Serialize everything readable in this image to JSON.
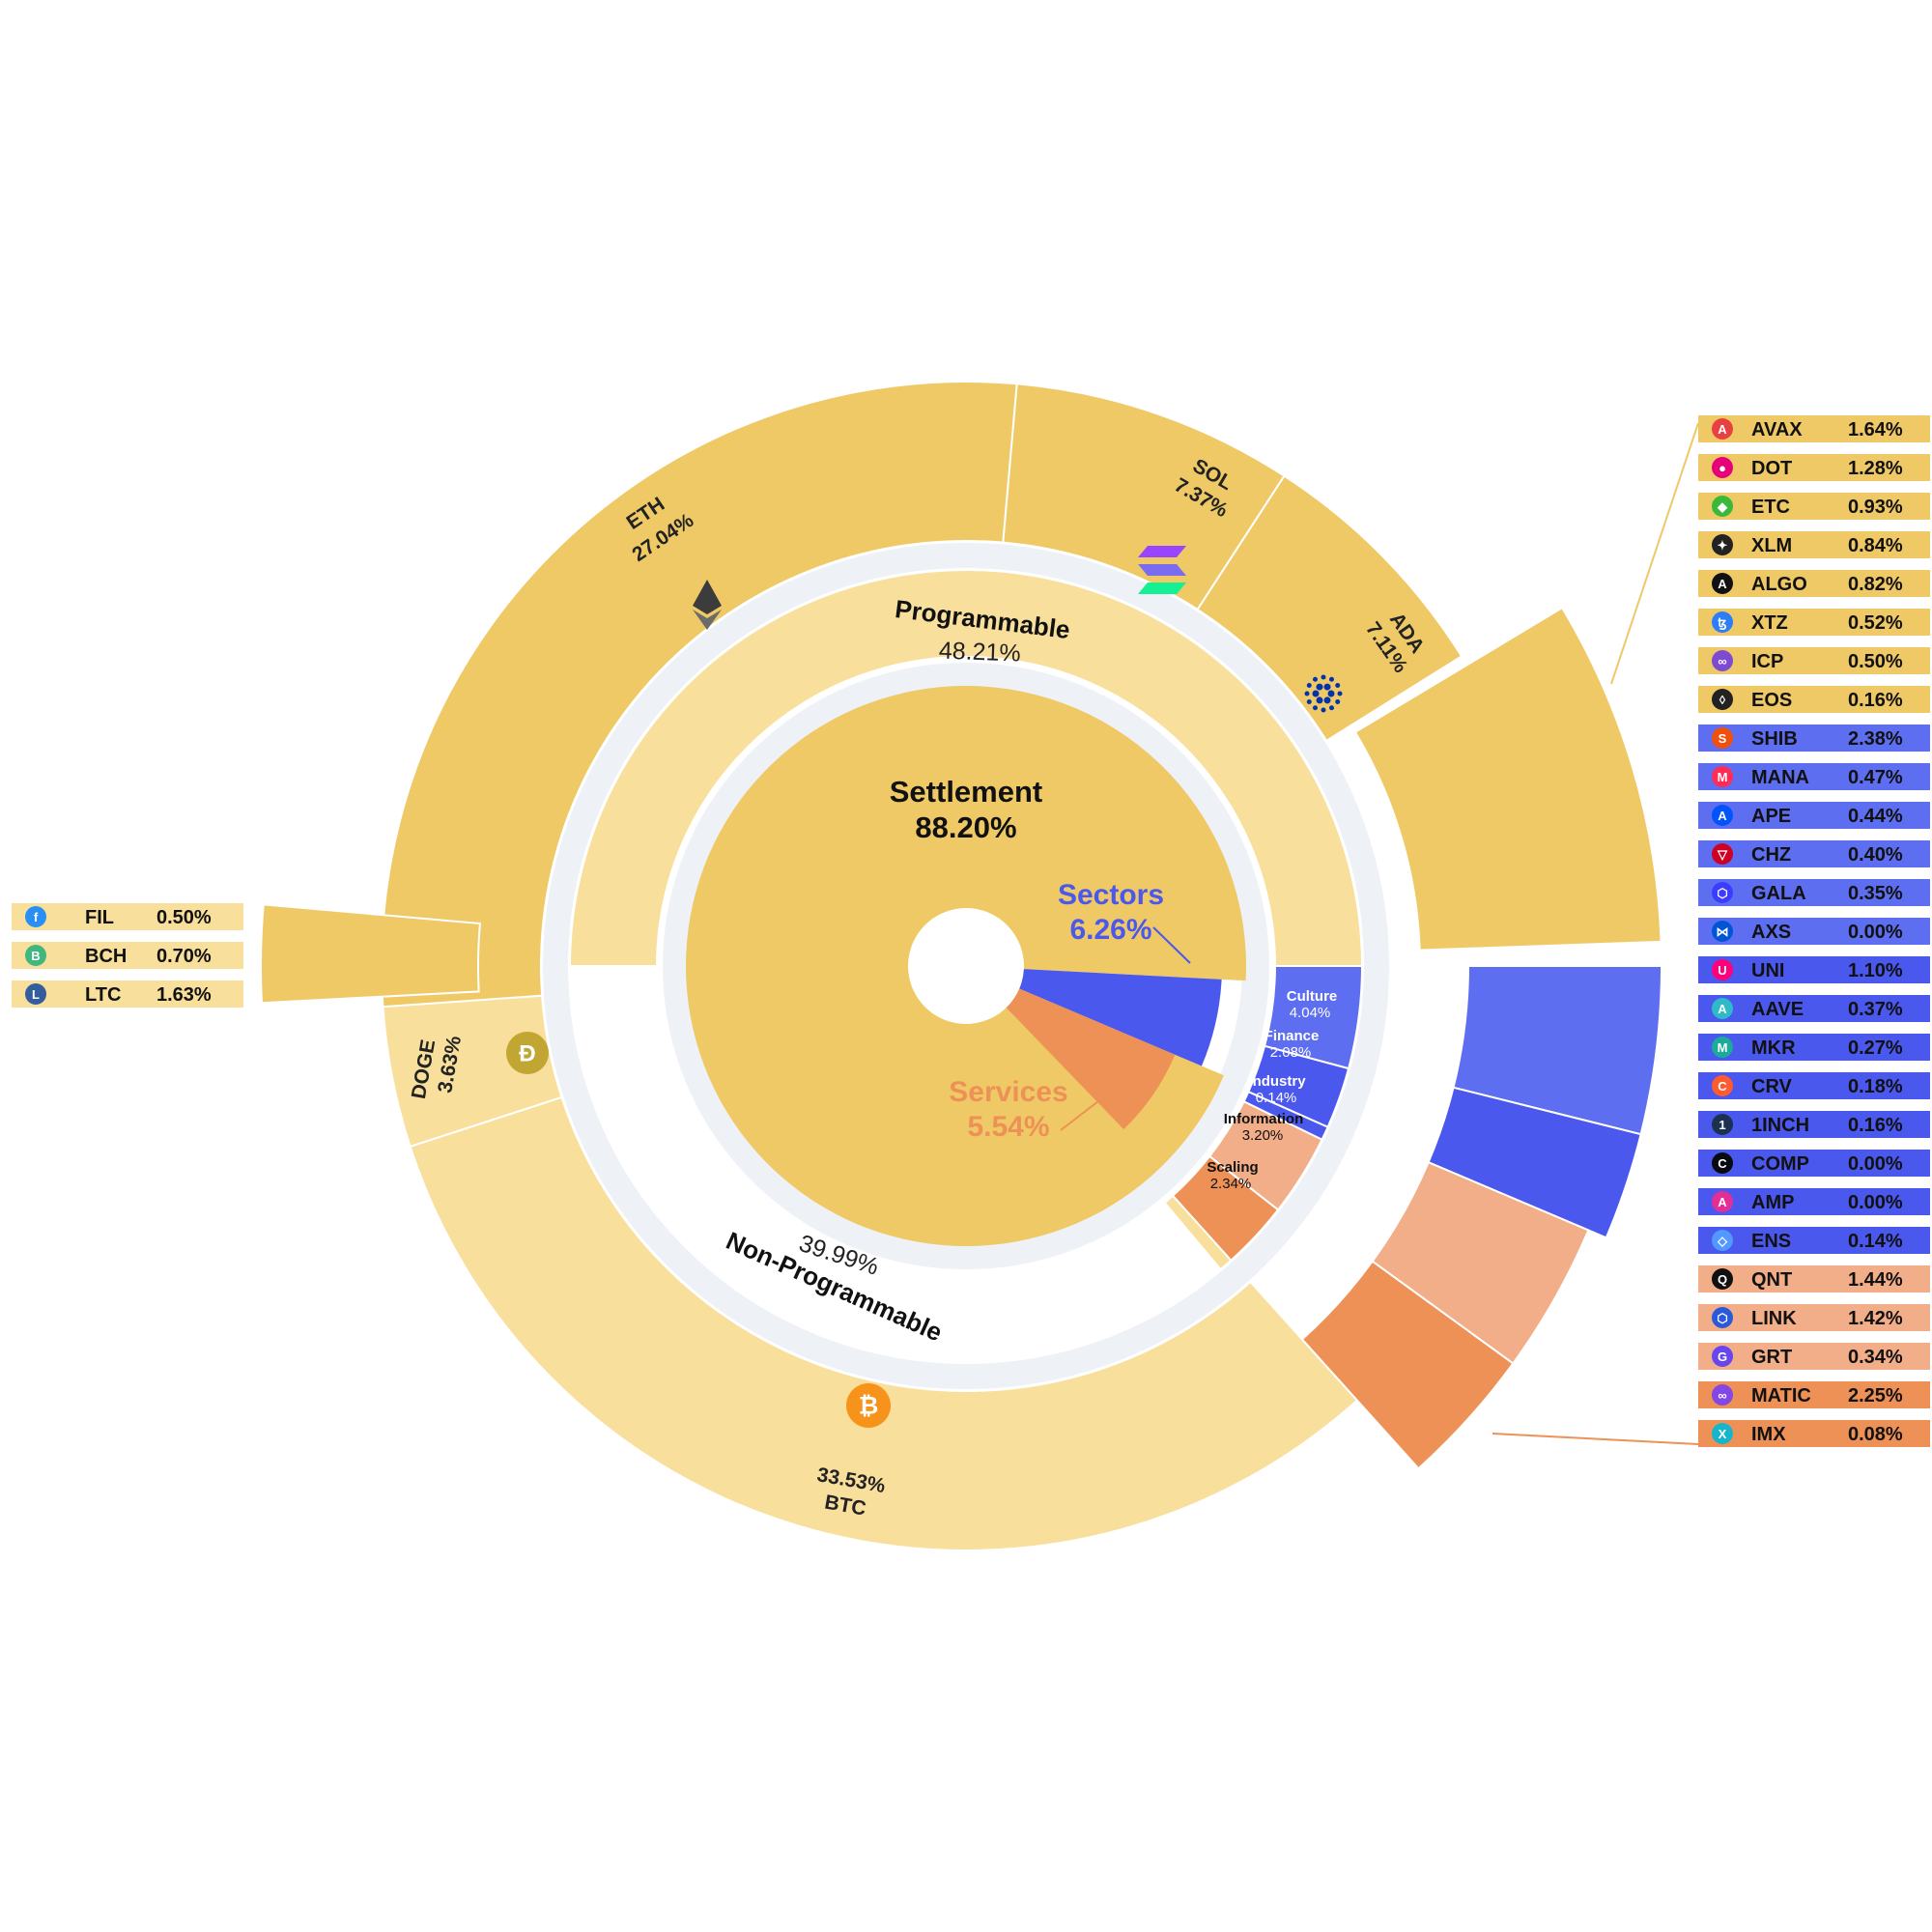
{
  "chart_data": {
    "type": "sunburst",
    "center": {
      "label": "Settlement",
      "value": "88.20%"
    },
    "sectors_callout": {
      "label": "Sectors",
      "value": "6.26%"
    },
    "services_callout": {
      "label": "Services",
      "value": "5.54%"
    },
    "rings": {
      "middle": [
        {
          "name": "Programmable",
          "value": "48.21%"
        },
        {
          "name": "Non-Programmable",
          "value": "39.99%"
        },
        {
          "name": "Culture",
          "value": "4.04%"
        },
        {
          "name": "Finance",
          "value": "2.08%"
        },
        {
          "name": "Industry",
          "value": "0.14%"
        },
        {
          "name": "Information",
          "value": "3.20%"
        },
        {
          "name": "Scaling",
          "value": "2.34%"
        }
      ],
      "outer": [
        {
          "name": "ETH",
          "value": "27.04%"
        },
        {
          "name": "SOL",
          "value": "7.37%"
        },
        {
          "name": "ADA",
          "value": "7.11%"
        },
        {
          "name": "DOGE",
          "value": "3.63%"
        },
        {
          "name": "BTC",
          "value": "33.53%"
        }
      ]
    },
    "left_legend": [
      {
        "symbol": "FIL",
        "value": "0.50%",
        "icon": "filecoin-icon",
        "icon_color": "#2a8ff5",
        "glyph": "f"
      },
      {
        "symbol": "BCH",
        "value": "0.70%",
        "icon": "bitcoin-cash-icon",
        "icon_color": "#3fb77f",
        "glyph": "B"
      },
      {
        "symbol": "LTC",
        "value": "1.63%",
        "icon": "litecoin-icon",
        "icon_color": "#345d9d",
        "glyph": "L"
      }
    ],
    "right_legend": [
      {
        "symbol": "AVAX",
        "value": "1.64%",
        "group": "programmable",
        "icon": "avalanche-icon",
        "icon_color": "#e84142",
        "glyph": "A"
      },
      {
        "symbol": "DOT",
        "value": "1.28%",
        "group": "programmable",
        "icon": "polkadot-icon",
        "icon_color": "#e6007a",
        "glyph": "●"
      },
      {
        "symbol": "ETC",
        "value": "0.93%",
        "group": "programmable",
        "icon": "ethereum-classic-icon",
        "icon_color": "#3ab83a",
        "glyph": "◆"
      },
      {
        "symbol": "XLM",
        "value": "0.84%",
        "group": "programmable",
        "icon": "stellar-icon",
        "icon_color": "#222222",
        "glyph": "✦"
      },
      {
        "symbol": "ALGO",
        "value": "0.82%",
        "group": "programmable",
        "icon": "algorand-icon",
        "icon_color": "#111111",
        "glyph": "A"
      },
      {
        "symbol": "XTZ",
        "value": "0.52%",
        "group": "programmable",
        "icon": "tezos-icon",
        "icon_color": "#2c7df7",
        "glyph": "ꜩ"
      },
      {
        "symbol": "ICP",
        "value": "0.50%",
        "group": "programmable",
        "icon": "internet-computer-icon",
        "icon_color": "#7d4bd1",
        "glyph": "∞"
      },
      {
        "symbol": "EOS",
        "value": "0.16%",
        "group": "programmable",
        "icon": "eos-icon",
        "icon_color": "#222222",
        "glyph": "◊"
      },
      {
        "symbol": "SHIB",
        "value": "2.38%",
        "group": "culture",
        "icon": "shiba-inu-icon",
        "icon_color": "#f0500a",
        "glyph": "S"
      },
      {
        "symbol": "MANA",
        "value": "0.47%",
        "group": "culture",
        "icon": "decentraland-icon",
        "icon_color": "#ff2d55",
        "glyph": "M"
      },
      {
        "symbol": "APE",
        "value": "0.44%",
        "group": "culture",
        "icon": "apecoin-icon",
        "icon_color": "#0054fa",
        "glyph": "A"
      },
      {
        "symbol": "CHZ",
        "value": "0.40%",
        "group": "culture",
        "icon": "chiliz-icon",
        "icon_color": "#cd0124",
        "glyph": "▽"
      },
      {
        "symbol": "GALA",
        "value": "0.35%",
        "group": "culture",
        "icon": "gala-icon",
        "icon_color": "#3c3cff",
        "glyph": "⬡"
      },
      {
        "symbol": "AXS",
        "value": "0.00%",
        "group": "culture",
        "icon": "axie-infinity-icon",
        "icon_color": "#0055d5",
        "glyph": "⋈"
      },
      {
        "symbol": "UNI",
        "value": "1.10%",
        "group": "finance",
        "icon": "uniswap-icon",
        "icon_color": "#ff007a",
        "glyph": "U"
      },
      {
        "symbol": "AAVE",
        "value": "0.37%",
        "group": "finance",
        "icon": "aave-icon",
        "icon_color": "#2ebac6",
        "glyph": "A"
      },
      {
        "symbol": "MKR",
        "value": "0.27%",
        "group": "finance",
        "icon": "maker-icon",
        "icon_color": "#1aab9b",
        "glyph": "M"
      },
      {
        "symbol": "CRV",
        "value": "0.18%",
        "group": "finance",
        "icon": "curve-icon",
        "icon_color": "#ff5b2e",
        "glyph": "C"
      },
      {
        "symbol": "1INCH",
        "value": "0.16%",
        "group": "finance",
        "icon": "1inch-icon",
        "icon_color": "#1b314f",
        "glyph": "1"
      },
      {
        "symbol": "COMP",
        "value": "0.00%",
        "group": "finance",
        "icon": "compound-icon",
        "icon_color": "#070a0e",
        "glyph": "C"
      },
      {
        "symbol": "AMP",
        "value": "0.00%",
        "group": "finance",
        "icon": "amp-icon",
        "icon_color": "#e42e95",
        "glyph": "A"
      },
      {
        "symbol": "ENS",
        "value": "0.14%",
        "group": "industry",
        "icon": "ens-icon",
        "icon_color": "#5298ff",
        "glyph": "◇"
      },
      {
        "symbol": "QNT",
        "value": "1.44%",
        "group": "information",
        "icon": "quant-icon",
        "icon_color": "#111111",
        "glyph": "Q"
      },
      {
        "symbol": "LINK",
        "value": "1.42%",
        "group": "information",
        "icon": "chainlink-icon",
        "icon_color": "#2a5ada",
        "glyph": "⬡"
      },
      {
        "symbol": "GRT",
        "value": "0.34%",
        "group": "information",
        "icon": "the-graph-icon",
        "icon_color": "#6747ed",
        "glyph": "G"
      },
      {
        "symbol": "MATIC",
        "value": "2.25%",
        "group": "scaling",
        "icon": "polygon-icon",
        "icon_color": "#8247e5",
        "glyph": "∞"
      },
      {
        "symbol": "IMX",
        "value": "0.08%",
        "group": "scaling",
        "icon": "immutable-x-icon",
        "icon_color": "#17b5cb",
        "glyph": "X"
      }
    ],
    "colors": {
      "programmable": "#efc966",
      "non_programmable": "#f8df9c",
      "culture": "#5d6ef0",
      "finance": "#4a58ee",
      "industry": "#4a58ee",
      "information": "#f2ae88",
      "scaling": "#ee9156",
      "sectors_text": "#4a58ee",
      "services_text": "#ee9156",
      "ring_gap": "#eef1f6"
    }
  }
}
